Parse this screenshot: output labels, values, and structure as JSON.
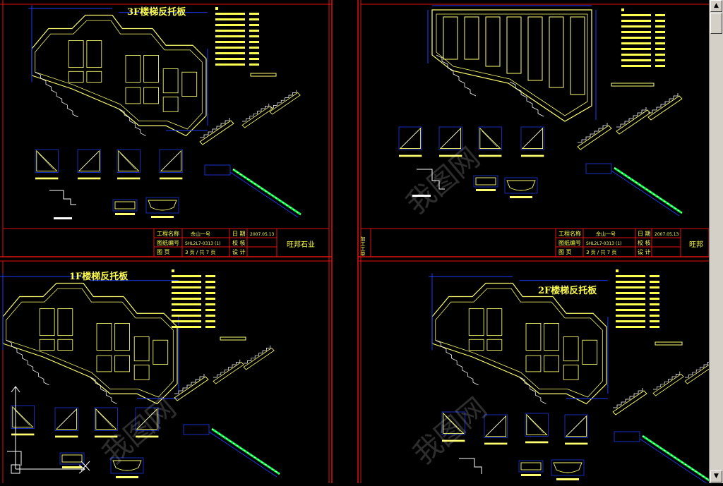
{
  "panels": [
    {
      "title": "3F楼梯反托板"
    },
    {
      "title": ""
    },
    {
      "title": "1F楼梯反托板"
    },
    {
      "title": "2F楼梯反托板"
    }
  ],
  "title_block": {
    "labels": [
      "工程名称",
      "图纸编号",
      "图 页"
    ],
    "project": "佘山一号",
    "drawing_no": "SHL2L7-0313 (1)",
    "sheet_no": "3 页 / 共 7 页",
    "date_label": "日 期",
    "date": "2007.05.13",
    "check_label": "校 核",
    "design_label": "设 计",
    "company": "旺邦石业",
    "company_partial": "旺邦",
    "side_tab": "加工工单"
  },
  "colors": {
    "background": "#000000",
    "frame": "#e01010",
    "outline": "#ffff70",
    "dimension": "#1f3cff",
    "highlight": "#00ff40",
    "text": "#ffff50"
  },
  "watermark": "我图网",
  "icons": {
    "scroll_up": "triangle-up-icon",
    "scroll_down": "triangle-down-icon",
    "ucs": "ucs-axis-icon"
  }
}
